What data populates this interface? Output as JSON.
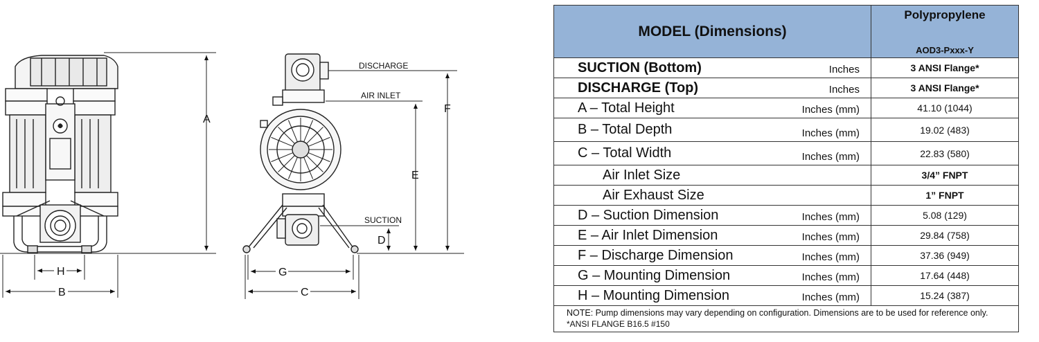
{
  "drawing": {
    "callouts": {
      "discharge": "DISCHARGE",
      "air_inlet": "AIR INLET",
      "suction": "SUCTION"
    },
    "dimension_letters": {
      "a": "A",
      "b": "B",
      "c": "C",
      "d": "D",
      "e": "E",
      "f": "F",
      "g": "G",
      "h": "H"
    }
  },
  "table": {
    "header": {
      "model": "MODEL (Dimensions)",
      "material": "Polypropylene",
      "model_code": "AOD3-Pxxx-Y"
    },
    "rows": [
      {
        "label": "SUCTION (Bottom)",
        "unit": "Inches",
        "value": "3 ANSI Flange*"
      },
      {
        "label": "DISCHARGE (Top)",
        "unit": "Inches",
        "value": "3 ANSI Flange*"
      },
      {
        "label": "A – Total Height",
        "unit": "Inches (mm)",
        "value": "41.10 (1044)"
      },
      {
        "label": "B – Total Depth",
        "unit": "Inches (mm)",
        "value": "19.02 (483)"
      },
      {
        "label": "C – Total Width",
        "unit": "Inches (mm)",
        "value": "22.83 (580)"
      },
      {
        "label": "Air Inlet Size",
        "unit": "",
        "value": "3/4” FNPT"
      },
      {
        "label": "Air Exhaust Size",
        "unit": "",
        "value": "1” FNPT"
      },
      {
        "label": "D – Suction Dimension",
        "unit": "Inches (mm)",
        "value": "5.08 (129)"
      },
      {
        "label": "E – Air Inlet Dimension",
        "unit": "Inches (mm)",
        "value": "29.84 (758)"
      },
      {
        "label": "F – Discharge Dimension",
        "unit": "Inches (mm)",
        "value": "37.36 (949)"
      },
      {
        "label": "G – Mounting Dimension",
        "unit": "Inches (mm)",
        "value": "17.64 (448)"
      },
      {
        "label": "H – Mounting Dimension",
        "unit": "Inches (mm)",
        "value": "15.24 (387)"
      }
    ],
    "note": "NOTE: Pump dimensions may vary depending on configuration.  Dimensions are to be used for reference only.",
    "footnote": "*ANSI FLANGE B16.5 #150"
  }
}
